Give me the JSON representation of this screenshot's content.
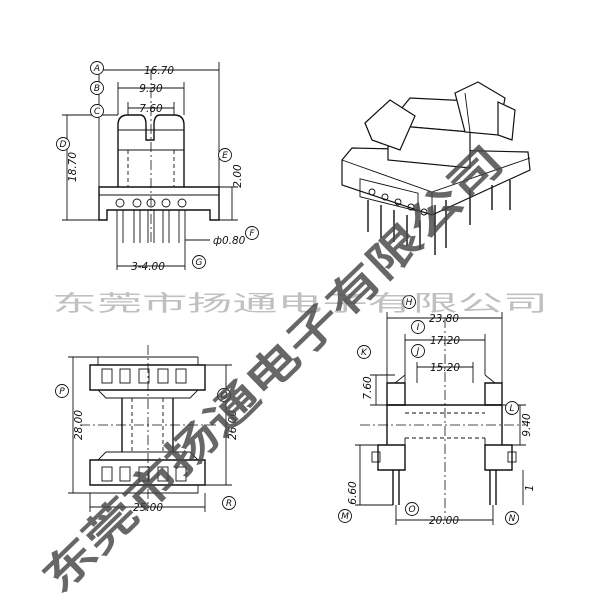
{
  "colors": {
    "line": "#111111",
    "background": "#ffffff",
    "watermark": "#464646"
  },
  "watermark": {
    "company_name": "东莞市扬通电子有限公司",
    "diagonal_text": "东莞市扬通电子有限公司"
  },
  "views": {
    "front": {
      "dims": [
        {
          "tag": "A",
          "value": "16.70"
        },
        {
          "tag": "B",
          "value": "9.30"
        },
        {
          "tag": "C",
          "value": "7.60"
        },
        {
          "tag": "D",
          "value": "18.70"
        },
        {
          "tag": "E",
          "value": "2.00"
        },
        {
          "tag": "F",
          "value": "ф0.80"
        },
        {
          "tag": "G",
          "value": "3-4.00"
        }
      ]
    },
    "bottom": {
      "dims": [
        {
          "tag": "P",
          "value": "28.00"
        },
        {
          "tag": "Q",
          "value": "26.00"
        },
        {
          "tag": "R",
          "value": "25.00"
        }
      ]
    },
    "side": {
      "dims": [
        {
          "tag": "H",
          "value": "23.80"
        },
        {
          "tag": "I",
          "value": "17.20"
        },
        {
          "tag": "J",
          "value": "15.20"
        },
        {
          "tag": "K",
          "value": "7.60"
        },
        {
          "tag": "L",
          "value": "9.40"
        },
        {
          "tag": "M",
          "value": "6.60"
        },
        {
          "tag": "O",
          "value": "20.00"
        },
        {
          "tag": "N",
          "value": "1"
        }
      ]
    }
  }
}
